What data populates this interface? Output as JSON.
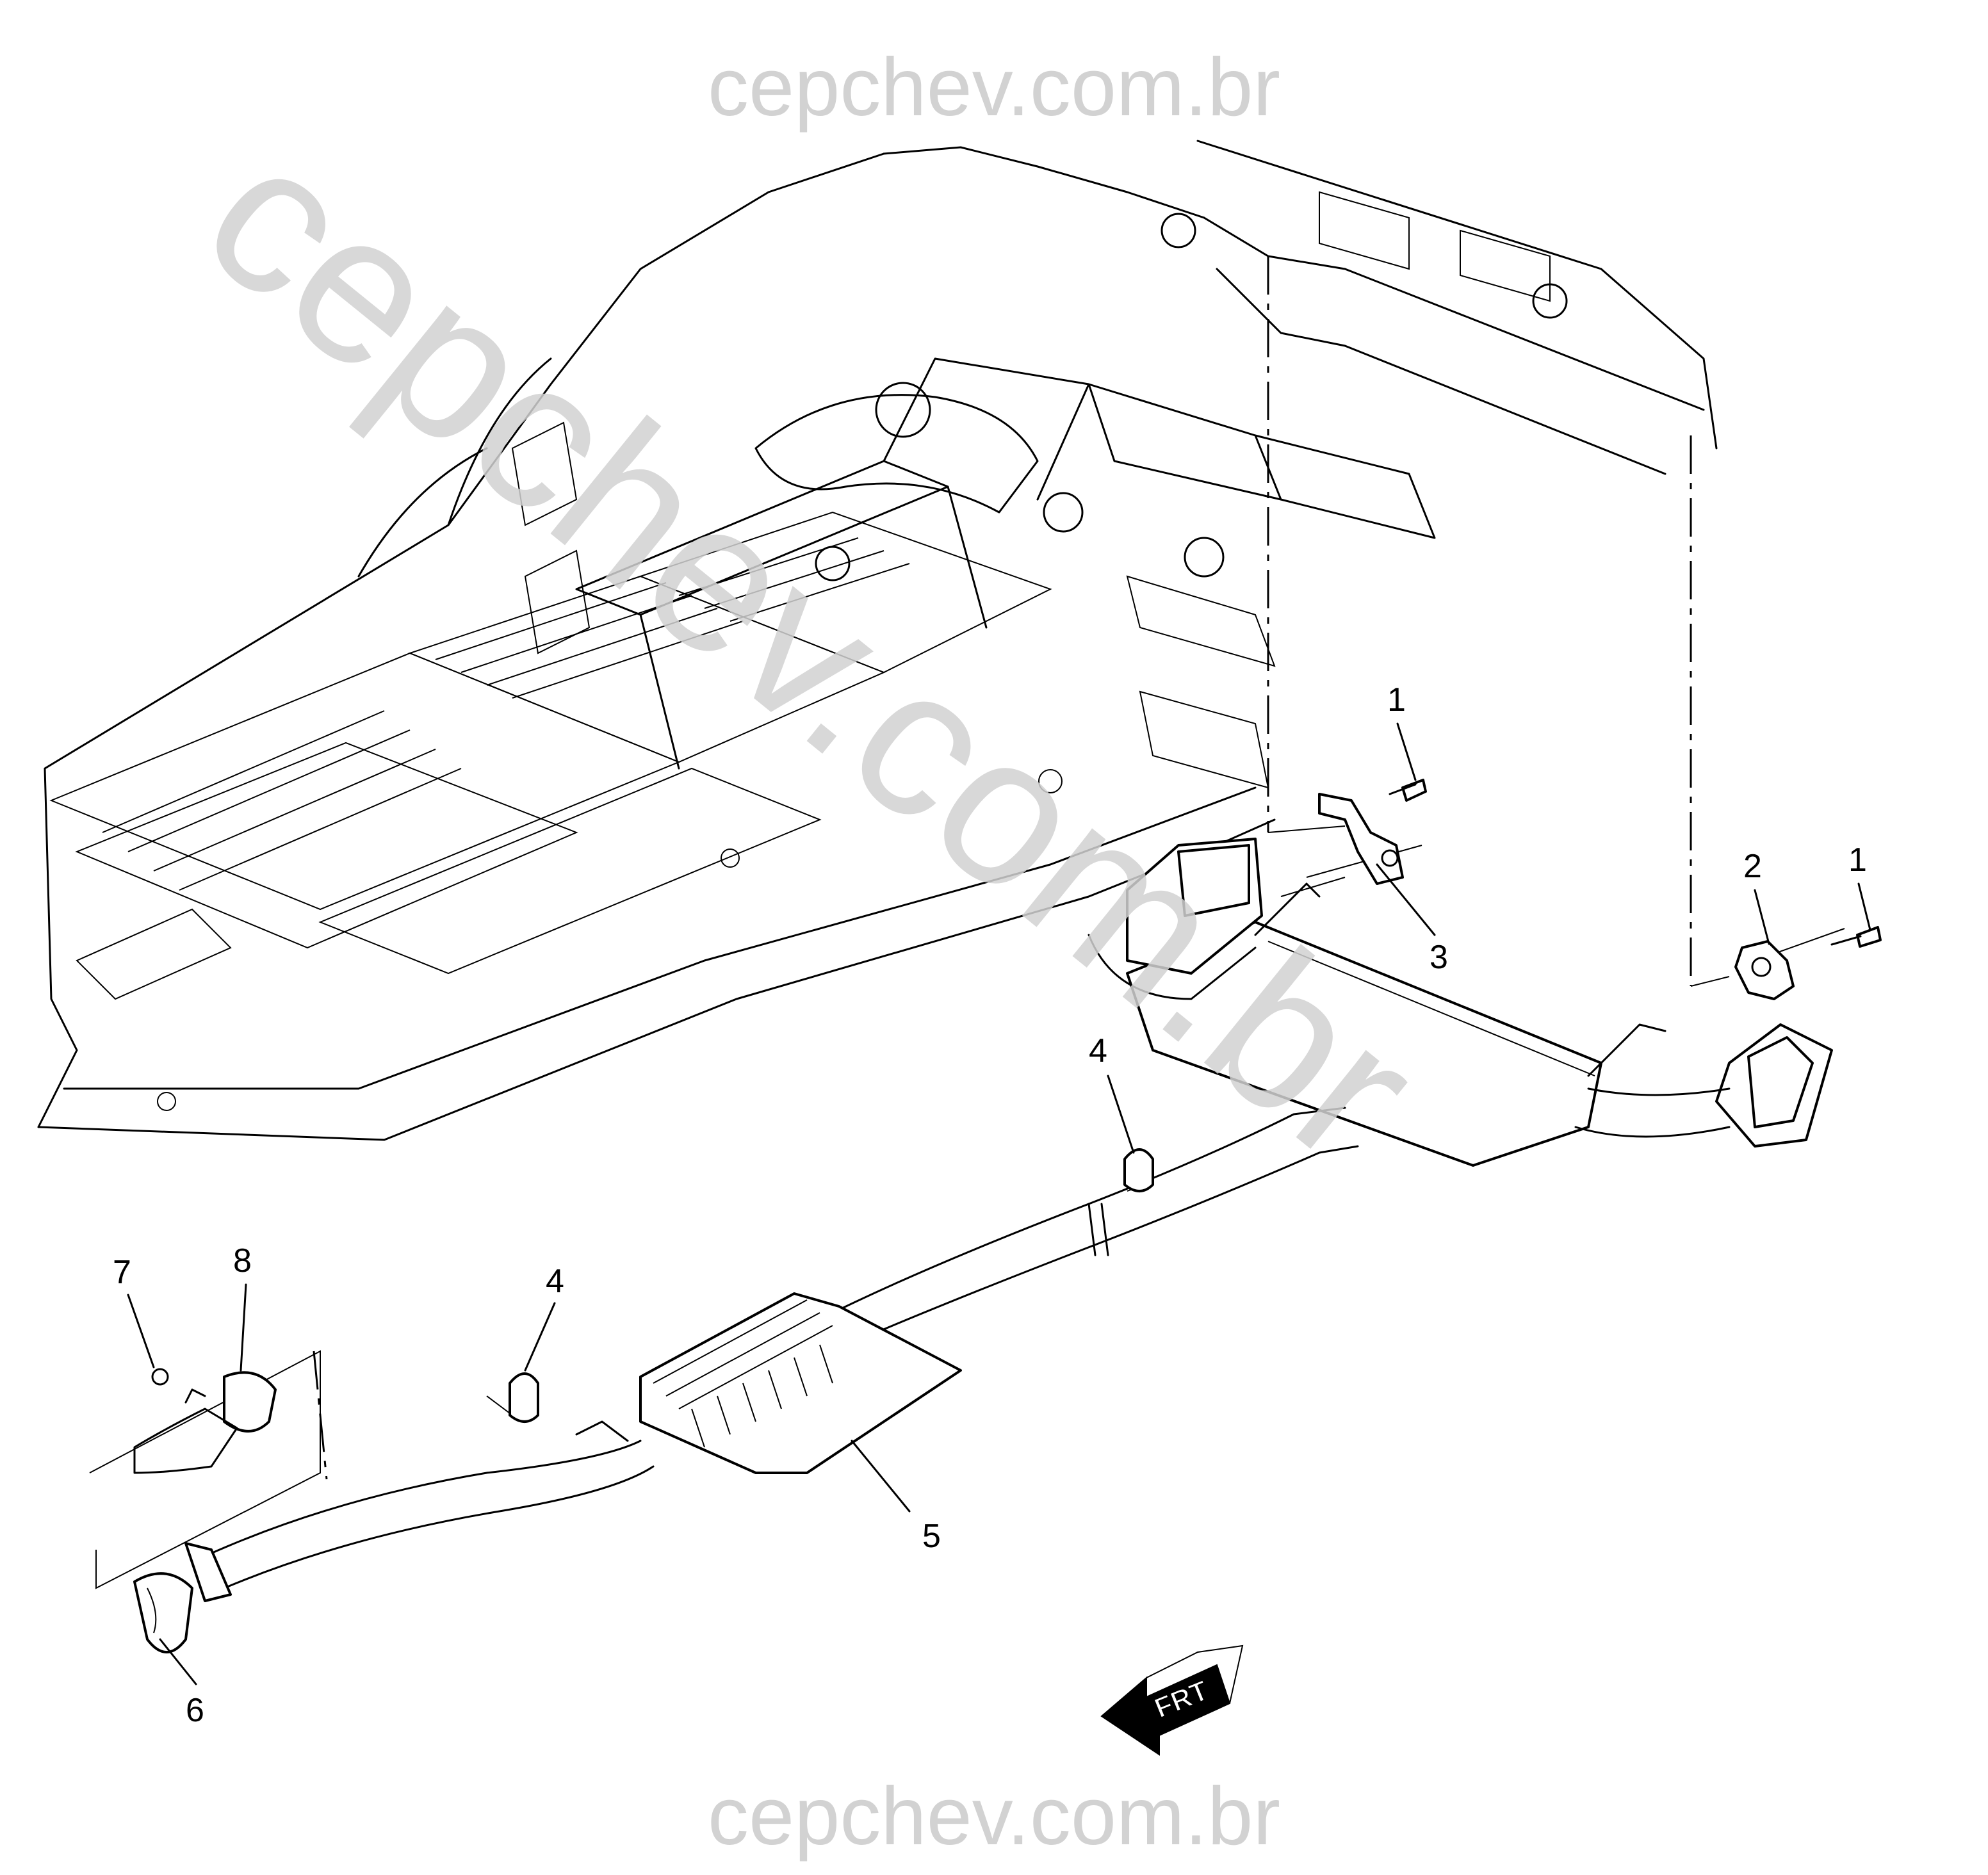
{
  "watermarks": {
    "top": "cepchev.com.br",
    "bottom": "cepchev.com.br",
    "diagonal": "cepchev.com.br"
  },
  "direction_indicator": {
    "text": "FRT",
    "icon": "front-arrow-icon"
  },
  "callouts": [
    {
      "id": "callout-1-upper",
      "number": "1"
    },
    {
      "id": "callout-1-right",
      "number": "1"
    },
    {
      "id": "callout-2",
      "number": "2"
    },
    {
      "id": "callout-3",
      "number": "3"
    },
    {
      "id": "callout-4-right",
      "number": "4"
    },
    {
      "id": "callout-4-left",
      "number": "4"
    },
    {
      "id": "callout-5",
      "number": "5"
    },
    {
      "id": "callout-6",
      "number": "6"
    },
    {
      "id": "callout-7",
      "number": "7"
    },
    {
      "id": "callout-8",
      "number": "8"
    }
  ],
  "colors": {
    "line": "#000000",
    "watermark": "#d2d2d2",
    "background": "#ffffff"
  }
}
